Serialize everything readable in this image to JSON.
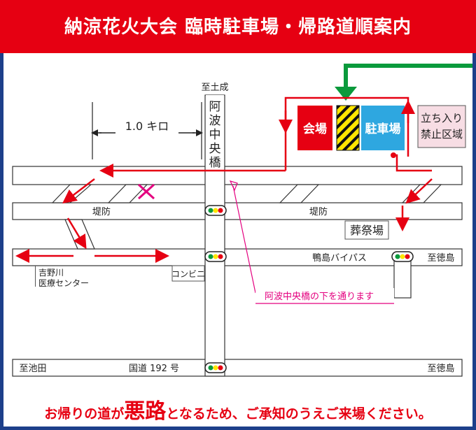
{
  "header": {
    "title": "納涼花火大会 臨時駐車場・帰路道順案内"
  },
  "map": {
    "scale_label": "1.0 キロ",
    "to_doseri": "至土成",
    "bridge_label": "阿波中央橋",
    "venue_label": "会場",
    "parking_label": "駐車場",
    "restricted_label_line1": "立ち入り",
    "restricted_label_line2": "禁止区域",
    "levee_label_left": "堤防",
    "levee_label_right": "堤防",
    "funeral_hall_label": "葬祭場",
    "kamojima_bypass_label": "鴨島バイパス",
    "to_tokushima_1": "至徳島",
    "yoshinogawa_label_line1": "吉野川",
    "yoshinogawa_label_line2": "医療センター",
    "konbini_label": "コンビニ",
    "under_bridge_note": "阿波中央橋の下を通ります",
    "to_ikeda": "至池田",
    "route192_label": "国道 192 号",
    "to_tokushima_2": "至徳島",
    "colors": {
      "route_red": "#e60012",
      "approach_green": "#0a9a3c",
      "venue_red": "#e60012",
      "parking_blue": "#2ea7e0",
      "restricted_bg": "#f7dde4",
      "hazard_yellow": "#ffe600",
      "annotation_magenta": "#e4007f"
    }
  },
  "footer": {
    "prefix": "お帰りの道が",
    "emphasis": "悪路",
    "suffix": "となるため、ご承知のうえご来場ください。"
  }
}
